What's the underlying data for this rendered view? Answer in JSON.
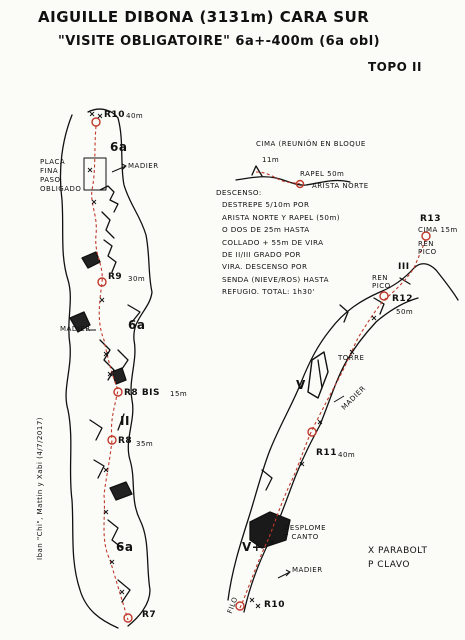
{
  "title": {
    "line1": "AIGUILLE DIBONA (3131m) CARA SUR",
    "line2": "\"VISITE OBLIGATOIRE\" 6a+-400m (6a obl)",
    "topo": "TOPO II"
  },
  "left_topo": {
    "r10": "R10",
    "r10_len": "40m",
    "grade_top": "6a",
    "placa_note": [
      "PLACA",
      "FINA",
      "PASO",
      "OBLIGADO"
    ],
    "madier_top": "MADIER",
    "r9": "R9",
    "r9_len": "30m",
    "madier_mid": "MADIER",
    "grade_mid": "6a",
    "r8bis": "R8 BIS",
    "r8bis_len": "15m",
    "roman_ii": "II",
    "r8": "R8",
    "r8_len": "35m",
    "grade_low": "6a",
    "r7": "R7",
    "climbers": "Iban \"Chi\", Mattin y Xabi (4/7/2017)"
  },
  "descent": {
    "cima_label": "CIMA (REUNIÓN EN BLOQUE",
    "cima_len": "11m",
    "rapel": "RAPEL 50m",
    "arista": "ARISTA NORTE",
    "lines": [
      "DESCENSO:",
      "DESTREPE 5/10m POR",
      "ARISTA NORTE Y RAPEL (50m)",
      "O DOS DE 25m HASTA",
      "COLLADO + 55m DE VIRA",
      "DE II/III GRADO POR",
      "VIRA. DESCENSO POR",
      "SENDA (NIEVE/ROS) HASTA",
      "REFUGIO. TOTAL: 1h30'"
    ]
  },
  "right_topo": {
    "r13": "R13",
    "r13_note": "CIMA 15m",
    "ren_pico_1": [
      "REN",
      "PICO"
    ],
    "ren_pico_2": [
      "REN",
      "PICO"
    ],
    "roman_iii": "III",
    "r12": "R12",
    "r12_len": "50m",
    "torre": "TORRE",
    "roman_v": "V",
    "madier_upper": "MADIER",
    "r11": "R11",
    "r11_len": "40m",
    "vplus": "V+",
    "desplome": [
      "DESPLOME",
      "Y CANTO"
    ],
    "madier_low": "MADIER",
    "r10": "R10",
    "filo": "FILO"
  },
  "legend": {
    "parabolt": "X PARABOLT",
    "clavo": "P CLAVO"
  }
}
